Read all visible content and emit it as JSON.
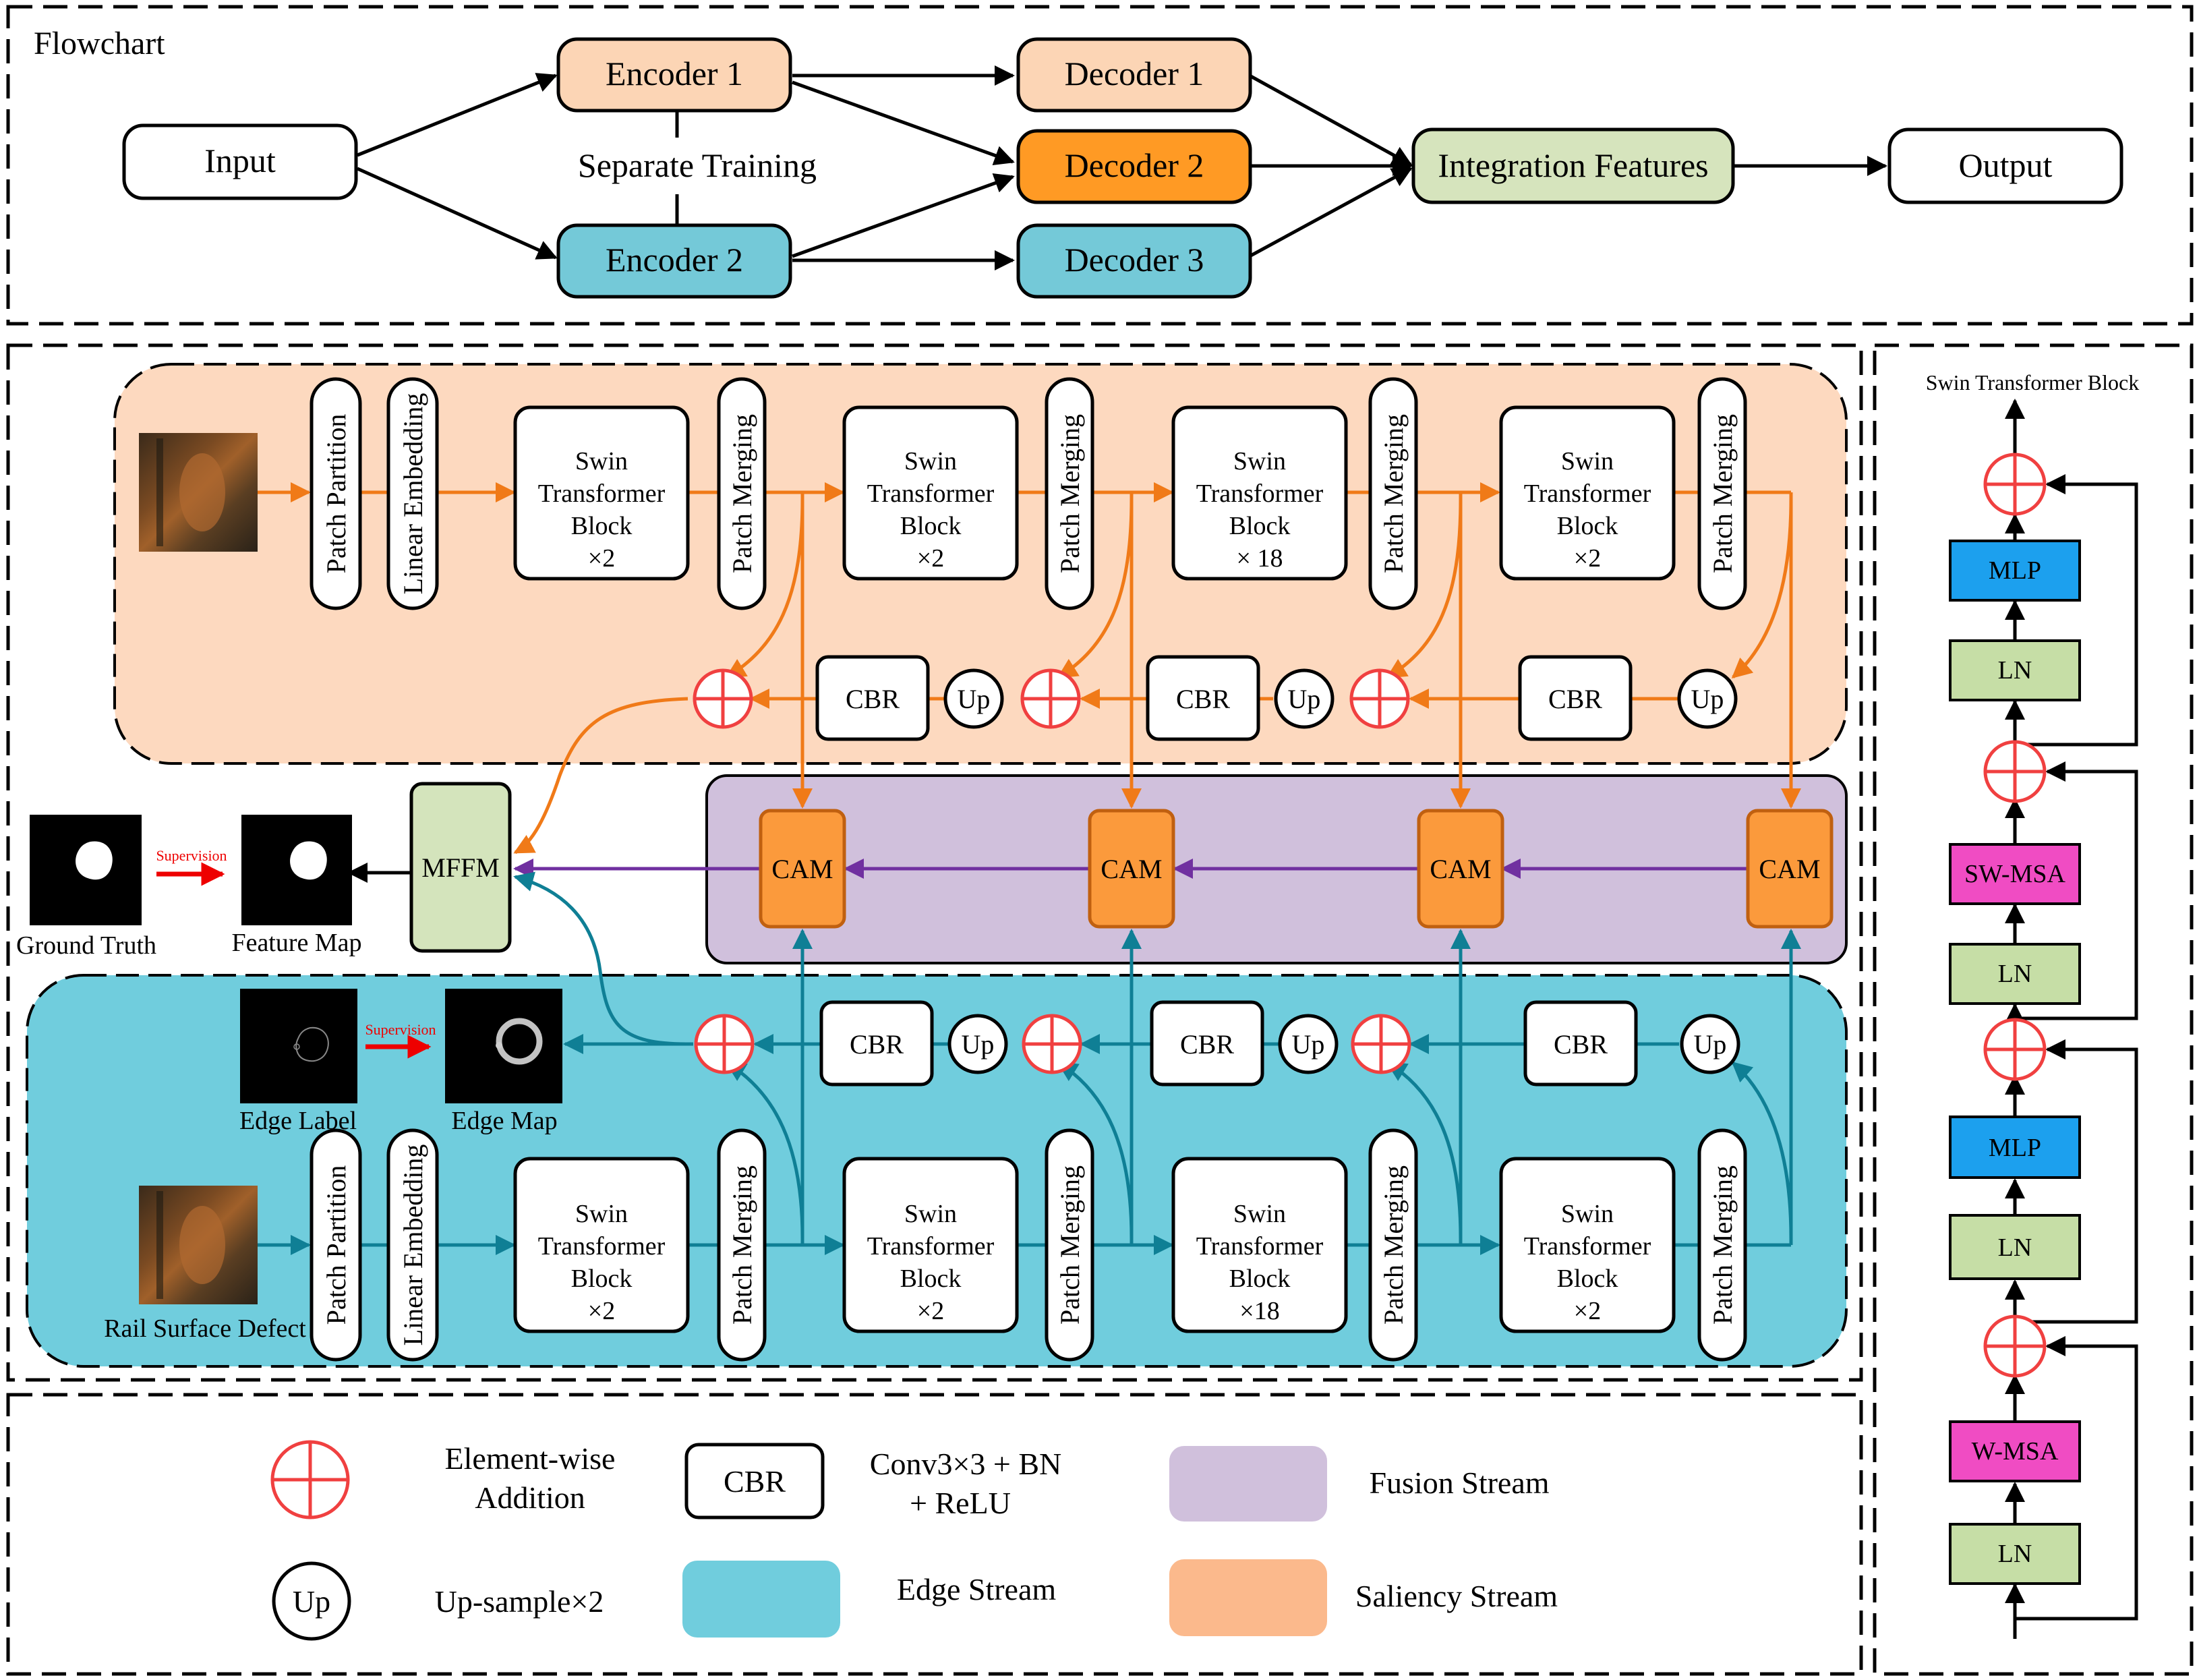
{
  "flowchart": {
    "title": "Flowchart",
    "input": "Input",
    "encoder1": "Encoder 1",
    "encoder2": "Encoder 2",
    "separate_training": "Separate Training",
    "decoder1": "Decoder 1",
    "decoder2": "Decoder 2",
    "decoder3": "Decoder 3",
    "integration": "Integration Features",
    "output": "Output"
  },
  "network": {
    "patch_partition": "Patch Partition",
    "linear_embedding": "Linear Embedding",
    "patch_merging": "Patch Merging",
    "swin_line1": "Swin",
    "swin_line2": "Transformer",
    "swin_line3": "Block",
    "swin_repeats_top": [
      "×2",
      "×2",
      "× 18",
      "×2"
    ],
    "swin_repeats_bottom": [
      "×2",
      "×2",
      "×18",
      "×2"
    ],
    "cbr": "CBR",
    "up": "Up",
    "cam": "CAM",
    "mffm": "MFFM",
    "ground_truth": "Ground Truth",
    "feature_map": "Feature Map",
    "supervision": "Supervision",
    "edge_label": "Edge Label",
    "edge_map": "Edge Map",
    "rail_surface_defect": "Rail Surface Defect"
  },
  "swin_block": {
    "title": "Swin Transformer Block",
    "mlp": "MLP",
    "ln": "LN",
    "sw_msa": "SW-MSA",
    "w_msa": "W-MSA"
  },
  "legend": {
    "addition_line1": "Element-wise",
    "addition_line2": "Addition",
    "cbr": "CBR",
    "cbr_desc_line1": "Conv3×3 + BN",
    "cbr_desc_line2": "+ ReLU",
    "fusion_stream": "Fusion Stream",
    "up": "Up",
    "upsample": "Up-sample×2",
    "edge_stream": "Edge Stream",
    "saliency_stream": "Saliency Stream"
  },
  "colors": {
    "saliency_bg": "#fdd9bf",
    "edge_bg": "#70cddd",
    "fusion_bg": "#d0c0dc",
    "encoder1": "#fcd5b5",
    "encoder2": "#74c9d8",
    "decoder1": "#fcd5b5",
    "decoder2": "#ff9a24",
    "decoder3": "#74c9d8",
    "integration": "#d6e4bd",
    "cam": "#fb9a3c",
    "mffm": "#d4e4bc",
    "ln": "#c6dea6",
    "mlp": "#1ca0ee",
    "msa": "#f04cc3",
    "orange_arrow": "#f07a18",
    "teal_arrow": "#0f7f95",
    "purple_arrow": "#7030a0",
    "addition_ring": "#f04040",
    "supervision_arrow": "#ee0000"
  }
}
